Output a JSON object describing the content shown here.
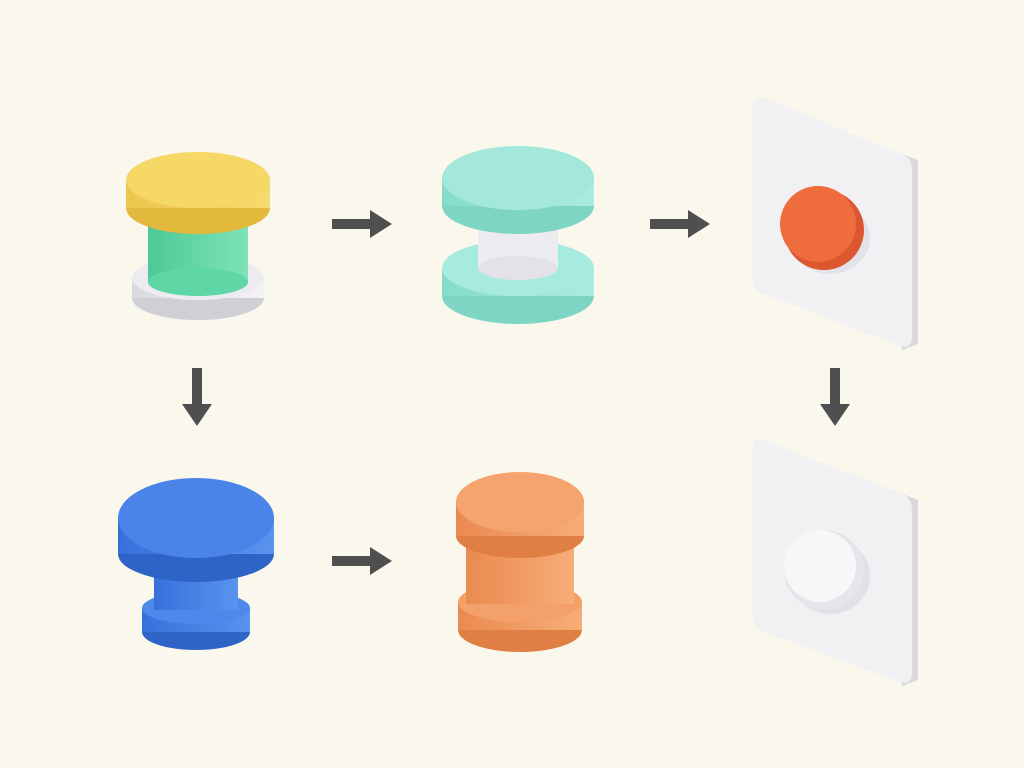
{
  "background": "#faf8ec",
  "arrow_color": "#4f4f4f",
  "stages": [
    {
      "name": "yellow-green-button",
      "top": "#f4d35e",
      "stem": "#5fd6a6",
      "base": "#e4e4ea"
    },
    {
      "name": "teal-spool-button",
      "color": "#9ee6d6",
      "core": "#f2f2f4"
    },
    {
      "name": "red-button-on-panel",
      "panel": "#f1f1f4",
      "button": "#ee6a3c"
    },
    {
      "name": "blue-button",
      "color": "#3f7fe6"
    },
    {
      "name": "orange-spool-button",
      "color": "#f39a62"
    },
    {
      "name": "white-button-on-panel",
      "panel": "#f1f1f4",
      "button": "#f6f6f8"
    }
  ],
  "arrows": [
    {
      "name": "arrow-right-1",
      "direction": "right"
    },
    {
      "name": "arrow-right-2",
      "direction": "right"
    },
    {
      "name": "arrow-right-3",
      "direction": "right"
    },
    {
      "name": "arrow-down-1",
      "direction": "down"
    },
    {
      "name": "arrow-down-2",
      "direction": "down"
    }
  ]
}
